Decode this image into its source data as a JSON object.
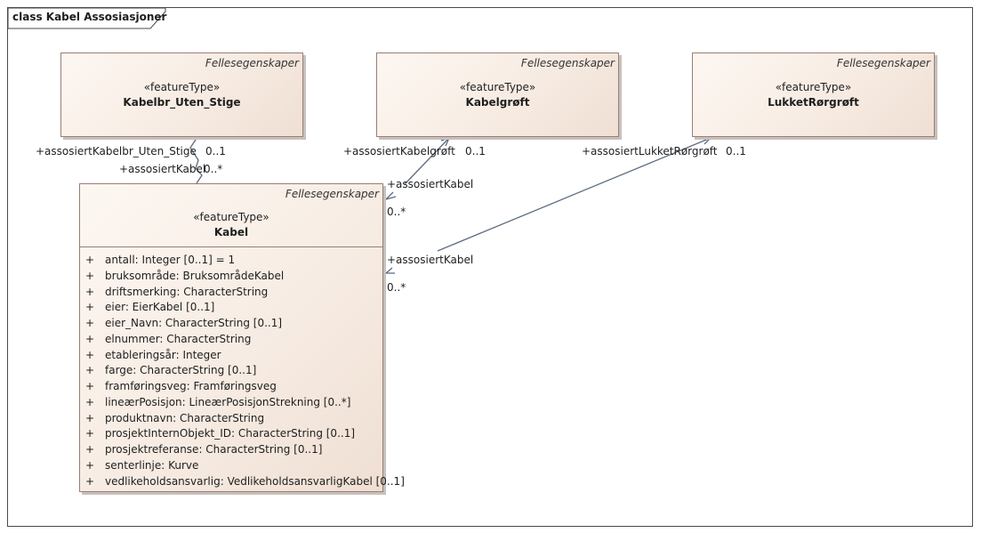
{
  "diagram": {
    "title": "class Kabel Assosiasjoner"
  },
  "classes": {
    "kabelbr": {
      "package": "Fellesegenskaper",
      "stereotype": "«featureType»",
      "name": "Kabelbr_Uten_Stige"
    },
    "kabelgroft": {
      "package": "Fellesegenskaper",
      "stereotype": "«featureType»",
      "name": "Kabelgrøft"
    },
    "lukket": {
      "package": "Fellesegenskaper",
      "stereotype": "«featureType»",
      "name": "LukketRørgrøft"
    },
    "kabel": {
      "package": "Fellesegenskaper",
      "stereotype": "«featureType»",
      "name": "Kabel",
      "attributes": [
        {
          "vis": "+",
          "text": "antall: Integer [0..1] = 1"
        },
        {
          "vis": "+",
          "text": "bruksområde: BruksområdeKabel"
        },
        {
          "vis": "+",
          "text": "driftsmerking: CharacterString"
        },
        {
          "vis": "+",
          "text": "eier: EierKabel [0..1]"
        },
        {
          "vis": "+",
          "text": "eier_Navn: CharacterString [0..1]"
        },
        {
          "vis": "+",
          "text": "elnummer: CharacterString"
        },
        {
          "vis": "+",
          "text": "etableringsår: Integer"
        },
        {
          "vis": "+",
          "text": "farge: CharacterString [0..1]"
        },
        {
          "vis": "+",
          "text": "framføringsveg: Framføringsveg"
        },
        {
          "vis": "+",
          "text": "lineærPosisjon: LineærPosisjonStrekning [0..*]"
        },
        {
          "vis": "+",
          "text": "produktnavn: CharacterString"
        },
        {
          "vis": "+",
          "text": "prosjektInternObjekt_ID: CharacterString [0..1]"
        },
        {
          "vis": "+",
          "text": "prosjektreferanse: CharacterString [0..1]"
        },
        {
          "vis": "+",
          "text": "senterlinje: Kurve"
        },
        {
          "vis": "+",
          "text": "vedlikeholdsansvarlig: VedlikeholdsansvarligKabel [0..1]"
        }
      ]
    }
  },
  "associations": {
    "a1": {
      "role_target": "+assosiertKabelbr_Uten_Stige",
      "mult_target": "0..1",
      "role_source": "+assosiertKabel",
      "mult_source": "0..*"
    },
    "a2": {
      "role_target": "+assosiertKabelgrøft",
      "mult_target": "0..1",
      "role_source": "+assosiertKabel",
      "mult_source": "0..*"
    },
    "a3": {
      "role_target": "+assosiertLukketRørgrøft",
      "mult_target": "0..1",
      "role_source": "+assosiertKabel",
      "mult_source": "0..*"
    }
  }
}
